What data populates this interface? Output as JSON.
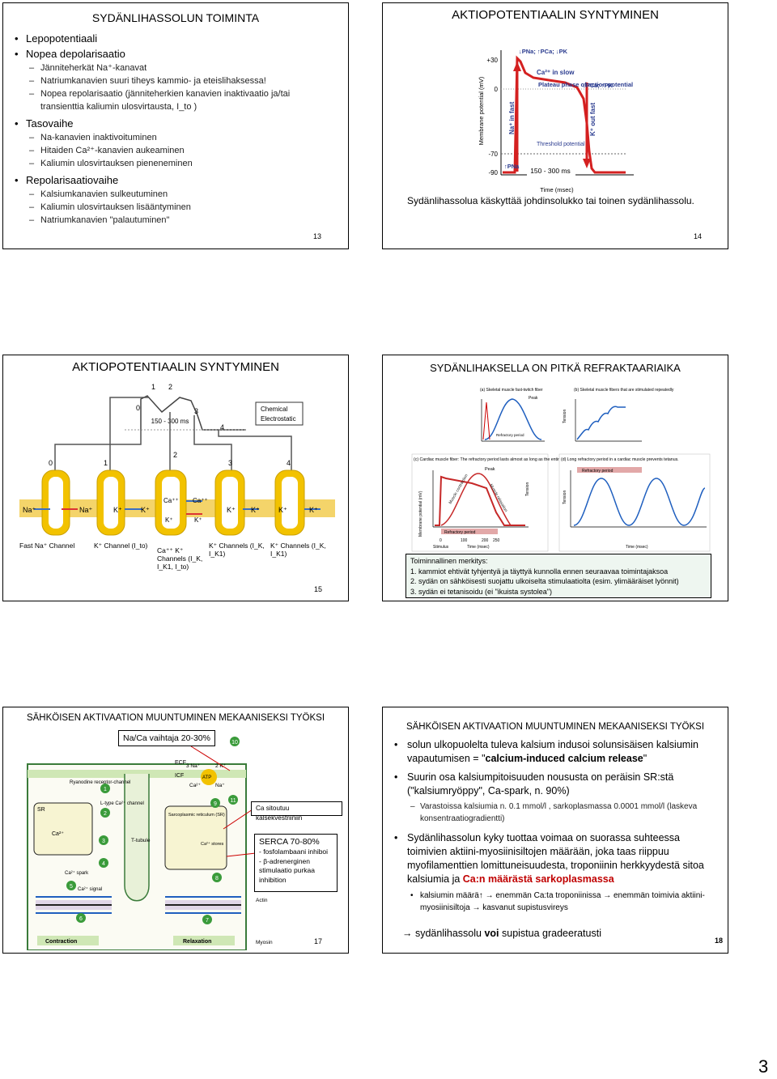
{
  "slide13": {
    "title": "SYDÄNLIHASSOLUN TOIMINTA",
    "b1": "Lepopotentiaali",
    "b2": "Nopea depolarisaatio",
    "b2_s1": "Jänniteherkät Na⁺-kanavat",
    "b2_s2": "Natriumkanavien suuri tiheys kammio- ja eteislihaksessa!",
    "b2_s3": "Nopea repolarisaatio (jänniteherkien kanavien inaktivaatio ja/tai transienttia kaliumin ulosvirtausta, I_to )",
    "b3": "Tasovaihe",
    "b3_s1": "Na-kanavien inaktivoituminen",
    "b3_s2": "Hitaiden Ca²⁺-kanavien aukeaminen",
    "b3_s3": "Kaliumin ulosvirtauksen pieneneminen",
    "b4": "Repolarisaatiovaihe",
    "b4_s1": "Kalsiumkanavien sulkeutuminen",
    "b4_s2": "Kaliumin ulosvirtauksen lisääntyminen",
    "b4_s3": "Natriumkanavien \"palautuminen\"",
    "page": "13"
  },
  "slide14": {
    "title": "AKTIOPOTENTIAALIN SYNTYMINEN",
    "ylabel": "Membrane potential (mV)",
    "xlabel": "Time (msec)",
    "yticks": [
      "+30",
      "0",
      "-70",
      "-90"
    ],
    "lbl_top": "↓PNa; ↑PCa; ↓PK",
    "lbl_ca": "Ca²⁺ in slow",
    "lbl_plateau": "Plateau phase of action potential",
    "lbl_right": "↓PCa; ↑PK",
    "lbl_na": "Na⁺ in fast",
    "lbl_k": "K⁺ out fast",
    "lbl_threshold": "Threshold potential",
    "lbl_pna": "↑PNa",
    "duration": "150 - 300 ms",
    "caption": "Sydänlihassolua käskyttää johdinsolukko tai toinen sydänlihassolu.",
    "page": "14"
  },
  "slide15": {
    "title": "AKTIOPOTENTIAALIN SYNTYMINEN",
    "duration": "150 - 300 ms",
    "legend_chemical": "Chemical",
    "legend_electrostatic": "Electrostatic",
    "phases": [
      "0",
      "1",
      "2",
      "3",
      "4"
    ],
    "ion_na": "Na⁺",
    "ion_k": "K⁺",
    "ion_ca": "Ca⁺⁺",
    "ch0": "Fast Na⁺ Channel",
    "ch1": "K⁺ Channel (I_to)",
    "ch2": "Ca⁺⁺ K⁺ Channels (I_K, I_K1, I_to)",
    "ch3": "K⁺ Channels (I_K, I_K1)",
    "ch4": "K⁺ Channels (I_K, I_K1)",
    "page": "15"
  },
  "slide16": {
    "title": "SYDÄNLIHAKSELLA ON PITKÄ REFRAKTAARIAIKA",
    "panel_a": "(a) Skeletal muscle fast-twitch fiber",
    "panel_b": "(b) Skeletal muscle fibers that are stimulated repeatedly",
    "panel_c": "(c) Cardiac muscle fiber: The refractory period lasts almost as long as the entire muscle twitch.",
    "panel_d": "(d) Long refractory period in a cardiac muscle prevents tetanus.",
    "lbl_peak": "Peak",
    "lbl_refractory": "Refractory period",
    "lbl_tension": "Tension",
    "lbl_membrane": "Membrane potential (mV)",
    "lbl_time": "Time (msec)",
    "lbl_stimulus": "Stimulus",
    "lbl_contraction": "Muscle contraction",
    "lbl_relaxation": "Muscle relaxation",
    "c_ticks": [
      "0",
      "100",
      "200",
      "250"
    ],
    "note_title": "Toiminnallinen merkitys:",
    "note_1": "1.  kammiot ehtivät tyhjentyä ja täyttyä kunnolla ennen seuraavaa toimintajaksoa",
    "note_2": "2.  sydän on sähköisesti suojattu ulkoiselta stimulaatiolta (esim. ylimääräiset lyönnit)",
    "note_3": "3.  sydän ei tetanisoidu (ei \"ikuista systolea\")"
  },
  "slide17": {
    "title": "SÄHKÖISEN AKTIVAATION MUUNTUMINEN MEKAANISEKSI TYÖKSI",
    "box_naca": "Na/Ca vaihtaja 20-30%",
    "box_ca": "Ca sitoutuu kalsekvestriiniin",
    "box_serca_1": "SERCA 70-80%",
    "box_serca_2": "- fosfolambaani inhiboi",
    "box_serca_3": "- β-adrenerginen stimulaatio purkaa inhibition",
    "lbl_ecf": "ECF",
    "lbl_icf": "ICF",
    "lbl_sr": "SR",
    "lbl_ryanodine": "Ryanodine receptor-channel",
    "lbl_lcc": "L-type Ca²⁺ channel",
    "lbl_ttubule": "T-tubule",
    "lbl_sarco": "Sarcoplasmic reticulum (SR)",
    "lbl_castores": "Ca²⁺ stores",
    "lbl_spark": "Ca²⁺ spark",
    "lbl_signal": "Ca²⁺ signal",
    "lbl_actin": "Actin",
    "lbl_myosin": "Myosin",
    "lbl_contraction": "Contraction",
    "lbl_relaxation": "Relaxation",
    "lbl_atp": "ATP",
    "lbl_na3": "3 Na⁺",
    "lbl_k2": "2 K⁺",
    "lbl_ca": "Ca²⁺",
    "lbl_na": "Na⁺",
    "nums": [
      "1",
      "2",
      "3",
      "4",
      "5",
      "6",
      "7",
      "8",
      "9",
      "10",
      "11"
    ],
    "page": "17"
  },
  "slide18": {
    "title": "SÄHKÖISEN AKTIVAATION MUUNTUMINEN MEKAANISEKSI TYÖKSI",
    "p1a": "solun ulkopuolelta tuleva kalsium indusoi solunsisäisen kalsiumin vapautumisen = \"",
    "p1b": "calcium-induced calcium release",
    "p1c": "\"",
    "p2": "Suurin osa kalsiumpitoisuuden noususta on peräisin SR:stä (\"kalsiumryöppy\", Ca-spark, n. 90%)",
    "p2_s1": "Varastoissa kalsiumia n. 0.1 mmol/l , sarkoplasmassa 0.0001 mmol/l (laskeva konsentraatiogradientti)",
    "p3a": "Sydänlihassolun kyky tuottaa voimaa on suorassa suhteessa toimivien aktiini-myosiinisiltojen määrään, joka taas riippuu myofilamenttien lomittuneisuudesta, troponiinin herkkyydestä sitoa kalsiumia ja ",
    "p3b": "Ca:n määrästä sarkoplasmassa",
    "p3_s1": "kalsiumin määrä↑ → enemmän Ca:ta troponiinissa → enemmän toimivia aktiini-myosiinisiltoja → kasvanut supistusvireys",
    "p4a": "→ sydänlihassolu ",
    "p4b": "voi",
    "p4c": " supistua gradeeratusti",
    "page": "18"
  },
  "page_number": "3",
  "colors": {
    "curve_red": "#d42020",
    "panel_red": "#c62828",
    "channel_yellow": "#f2c200",
    "pink_channel": "#e8a2b6",
    "note_bg": "#eef6f0"
  }
}
